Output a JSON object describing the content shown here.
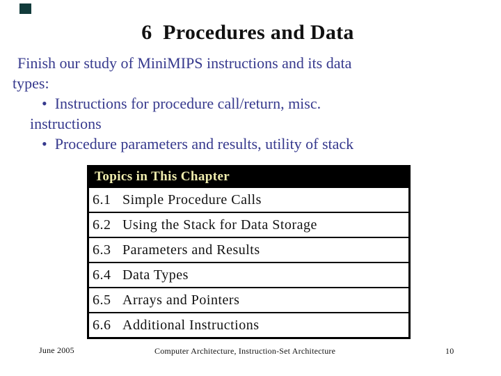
{
  "slide": {
    "title": "6  Procedures and Data",
    "body": {
      "bullet_char": "•",
      "intro": "Finish our study of MiniMIPS instructions and its data\ntypes:",
      "bullets": [
        "Instructions for procedure call/return, misc.\ninstructions",
        "Procedure parameters and results, utility of stack"
      ]
    },
    "table": {
      "header": "Topics in This Chapter",
      "rows": [
        {
          "num": "6.1",
          "title": "Simple Procedure Calls"
        },
        {
          "num": "6.2",
          "title": "Using the Stack for Data Storage"
        },
        {
          "num": "6.3",
          "title": "Parameters and Results"
        },
        {
          "num": "6.4",
          "title": "Data Types"
        },
        {
          "num": "6.5",
          "title": "Arrays and Pointers"
        },
        {
          "num": "6.6",
          "title": "Additional Instructions"
        }
      ]
    },
    "footer": {
      "date": "June 2005",
      "center": "Computer Architecture, Instruction-Set Architecture",
      "page": "10"
    },
    "colors": {
      "body_text": "#36398d",
      "title_text": "#111111",
      "table_header_bg": "#000000",
      "table_header_text": "#f0edae",
      "border": "#000000",
      "corner_square": "#113b3b",
      "page_bg": "#ffffff"
    }
  }
}
